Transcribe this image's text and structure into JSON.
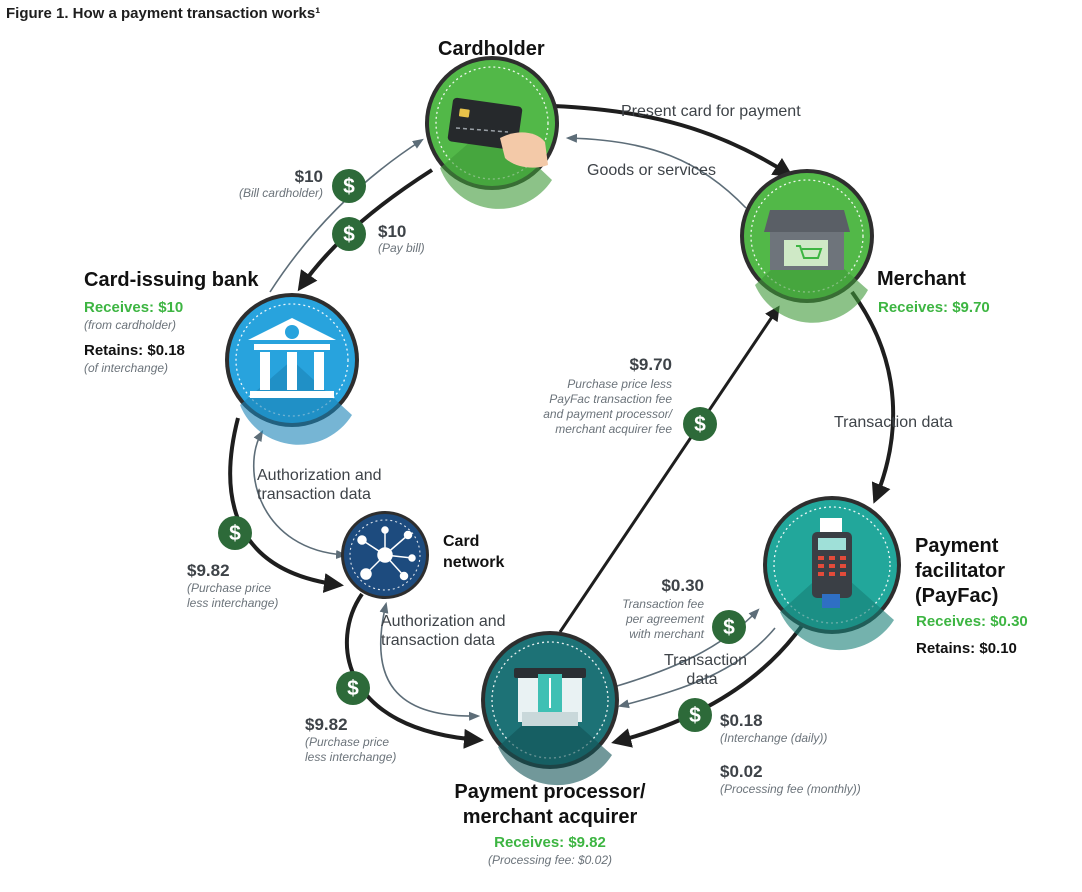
{
  "figure_title": "Figure 1. How a payment transaction works¹",
  "colors": {
    "green": "#3db542",
    "blue": "#1e9bd7",
    "navy": "#1d4b7e",
    "teal": "#1b8c84",
    "dark_teal": "#1a6b6e",
    "dollar_badge": "#2d6a39",
    "arrow_dark": "#1e1e1e",
    "arrow_gray": "#5d6d78"
  },
  "nodes": {
    "cardholder": {
      "title": "Cardholder",
      "icon": "credit-card-hand-icon"
    },
    "merchant": {
      "title": "Merchant",
      "receives": "Receives: $9.70",
      "icon": "storefront-icon"
    },
    "issuing_bank": {
      "title": "Card-issuing bank",
      "receives": "Receives: $10",
      "receives_note": "(from cardholder)",
      "retains": "Retains: $0.18",
      "retains_note": "(of interchange)",
      "icon": "bank-building-icon"
    },
    "card_network": {
      "title": "Card\nnetwork",
      "icon": "network-hub-icon"
    },
    "payfac": {
      "title": "Payment\nfacilitator\n(PayFac)",
      "receives": "Receives: $0.30",
      "retains": "Retains: $0.10",
      "icon": "card-terminal-icon"
    },
    "processor": {
      "title": "Payment processor/\nmerchant acquirer",
      "receives": "Receives: $9.82",
      "receives_note": "(Processing fee: $0.02)",
      "icon": "card-reader-icon"
    }
  },
  "flows": {
    "present_card": "Present card for payment",
    "goods_services": "Goods or services",
    "transaction_data_right": "Transaction data",
    "auth_top": "Authorization and\ntransaction data",
    "auth_bottom": "Authorization and\ntransaction data",
    "transaction_data_bottom": "Transaction\ndata"
  },
  "payments": {
    "bill": {
      "amount": "$10",
      "note": "(Bill cardholder)"
    },
    "pay": {
      "amount": "$10",
      "note": "(Pay bill)"
    },
    "merchant_payout": {
      "amount": "$9.70",
      "note": "Purchase price less\nPayFac transaction fee\nand payment processor/\nmerchant acquirer fee"
    },
    "bank_to_network": {
      "amount": "$9.82",
      "note": "(Purchase price\nless interchange)"
    },
    "network_to_processor": {
      "amount": "$9.82",
      "note": "(Purchase price\nless interchange)"
    },
    "payfac_fee": {
      "amount": "$0.30",
      "note": "Transaction fee\nper agreement\nwith merchant"
    },
    "interchange": {
      "amount": "$0.18",
      "note": "(Interchange (daily))"
    },
    "processing": {
      "amount": "$0.02",
      "note": "(Processing fee (monthly))"
    }
  }
}
